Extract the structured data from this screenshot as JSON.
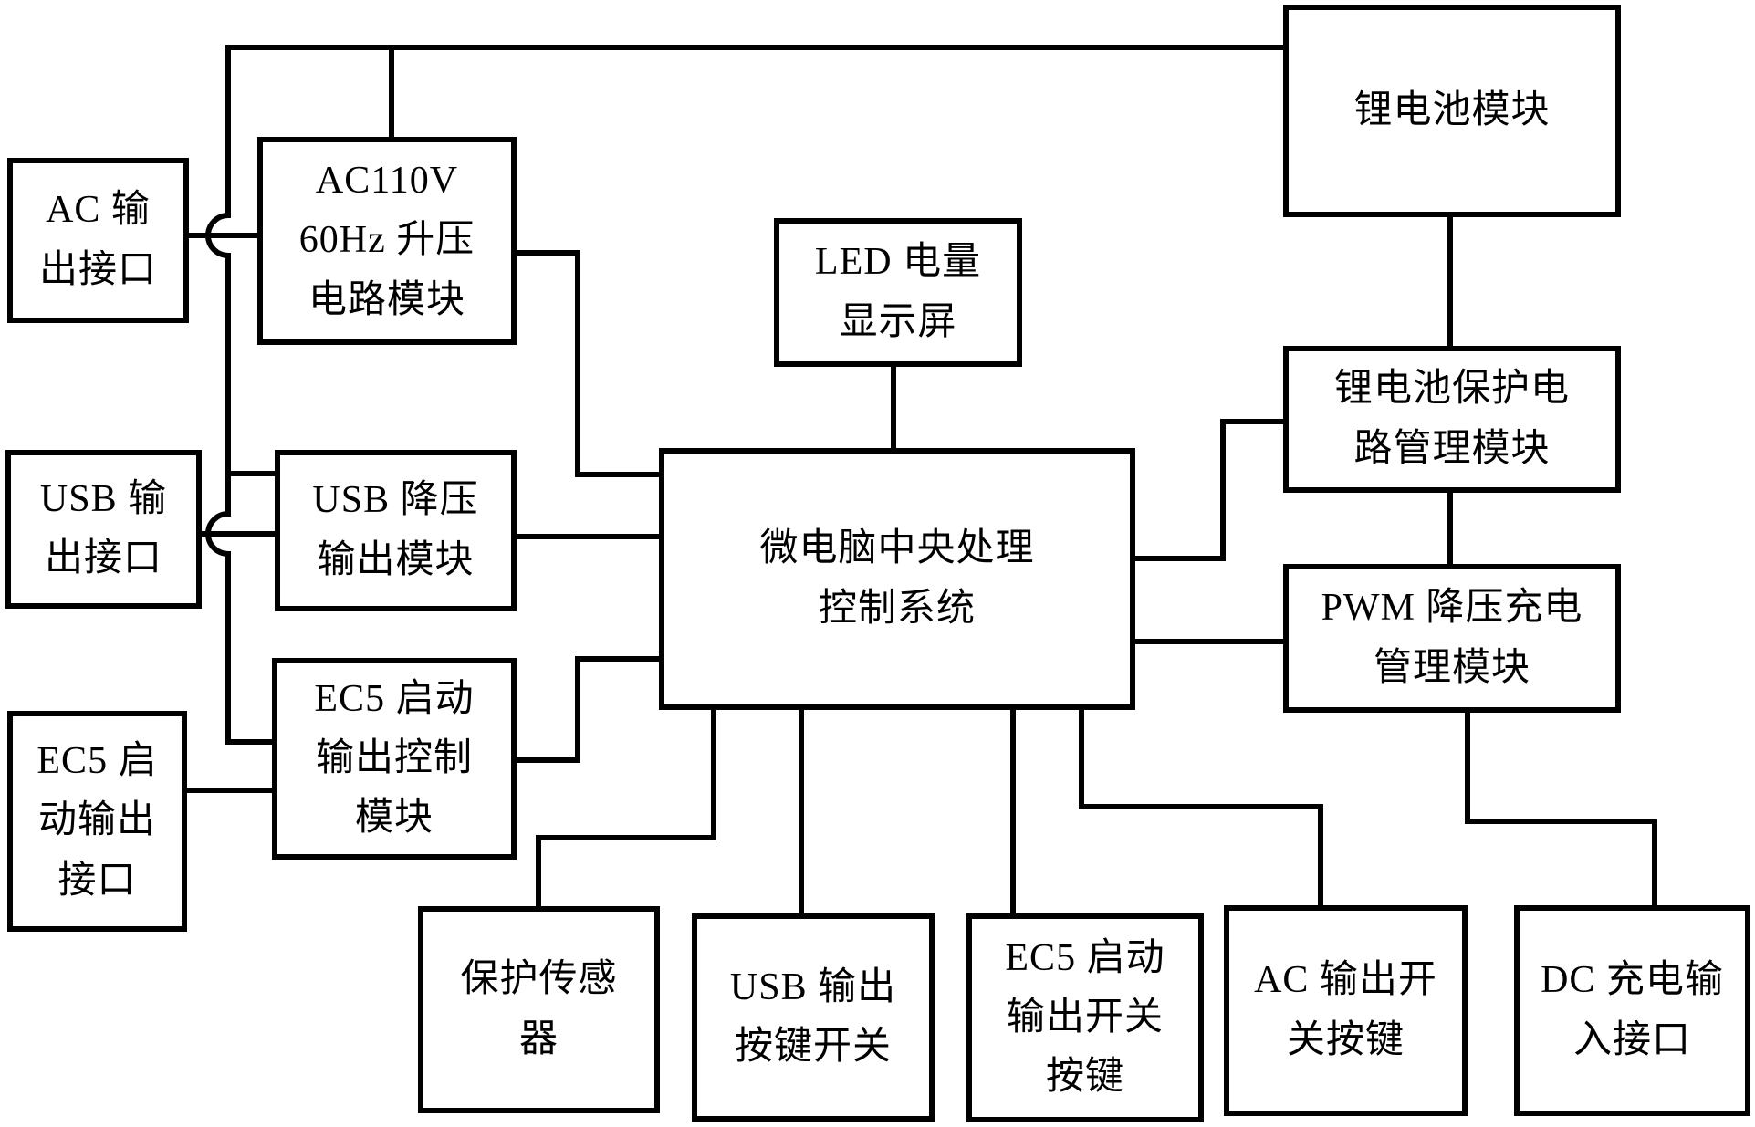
{
  "figure": {
    "type": "block-diagram",
    "background_color": "#ffffff",
    "line_color": "#000000"
  },
  "boxes": {
    "ac_output_port": {
      "label": "AC 输\n出接口"
    },
    "ac110v_boost": {
      "label": "AC110V\n60Hz 升压\n电路模块"
    },
    "usb_output_port": {
      "label": "USB 输\n出接口"
    },
    "usb_buck": {
      "label": "USB 降压\n输出模块"
    },
    "ec5_output_port": {
      "label": "EC5 启\n动输出\n接口"
    },
    "ec5_control": {
      "label": "EC5 启动\n输出控制\n模块"
    },
    "led_display": {
      "label": "LED 电量\n显示屏"
    },
    "mcu": {
      "label": "微电脑中央处理\n控制系统"
    },
    "battery": {
      "label": "锂电池模块"
    },
    "battery_protect": {
      "label": "锂电池保护电\n路管理模块"
    },
    "pwm_charge": {
      "label": "PWM 降压充电\n管理模块"
    },
    "protect_sensor": {
      "label": "保护传感\n器"
    },
    "usb_button": {
      "label": "USB 输出\n按键开关"
    },
    "ec5_button": {
      "label": "EC5 启动\n输出开关\n按键"
    },
    "ac_button": {
      "label": "AC 输出开\n关按键"
    },
    "dc_input": {
      "label": "DC 充电输\n入接口"
    }
  },
  "connections": [
    {
      "from": "battery",
      "to": "ac110v_boost",
      "via": "top power rail"
    },
    {
      "from": "battery",
      "to": "usb_buck",
      "via": "left power rail"
    },
    {
      "from": "battery",
      "to": "ec5_control",
      "via": "left power rail"
    },
    {
      "from": "ac110v_boost",
      "to": "ac_output_port"
    },
    {
      "from": "usb_buck",
      "to": "usb_output_port"
    },
    {
      "from": "ec5_control",
      "to": "ec5_output_port"
    },
    {
      "from": "ac110v_boost",
      "to": "mcu"
    },
    {
      "from": "usb_buck",
      "to": "mcu"
    },
    {
      "from": "ec5_control",
      "to": "mcu"
    },
    {
      "from": "led_display",
      "to": "mcu"
    },
    {
      "from": "battery",
      "to": "battery_protect"
    },
    {
      "from": "battery_protect",
      "to": "pwm_charge"
    },
    {
      "from": "mcu",
      "to": "battery_protect"
    },
    {
      "from": "mcu",
      "to": "pwm_charge"
    },
    {
      "from": "mcu",
      "to": "protect_sensor"
    },
    {
      "from": "mcu",
      "to": "usb_button"
    },
    {
      "from": "mcu",
      "to": "ec5_button"
    },
    {
      "from": "mcu",
      "to": "ac_button"
    },
    {
      "from": "pwm_charge",
      "to": "dc_input"
    }
  ]
}
